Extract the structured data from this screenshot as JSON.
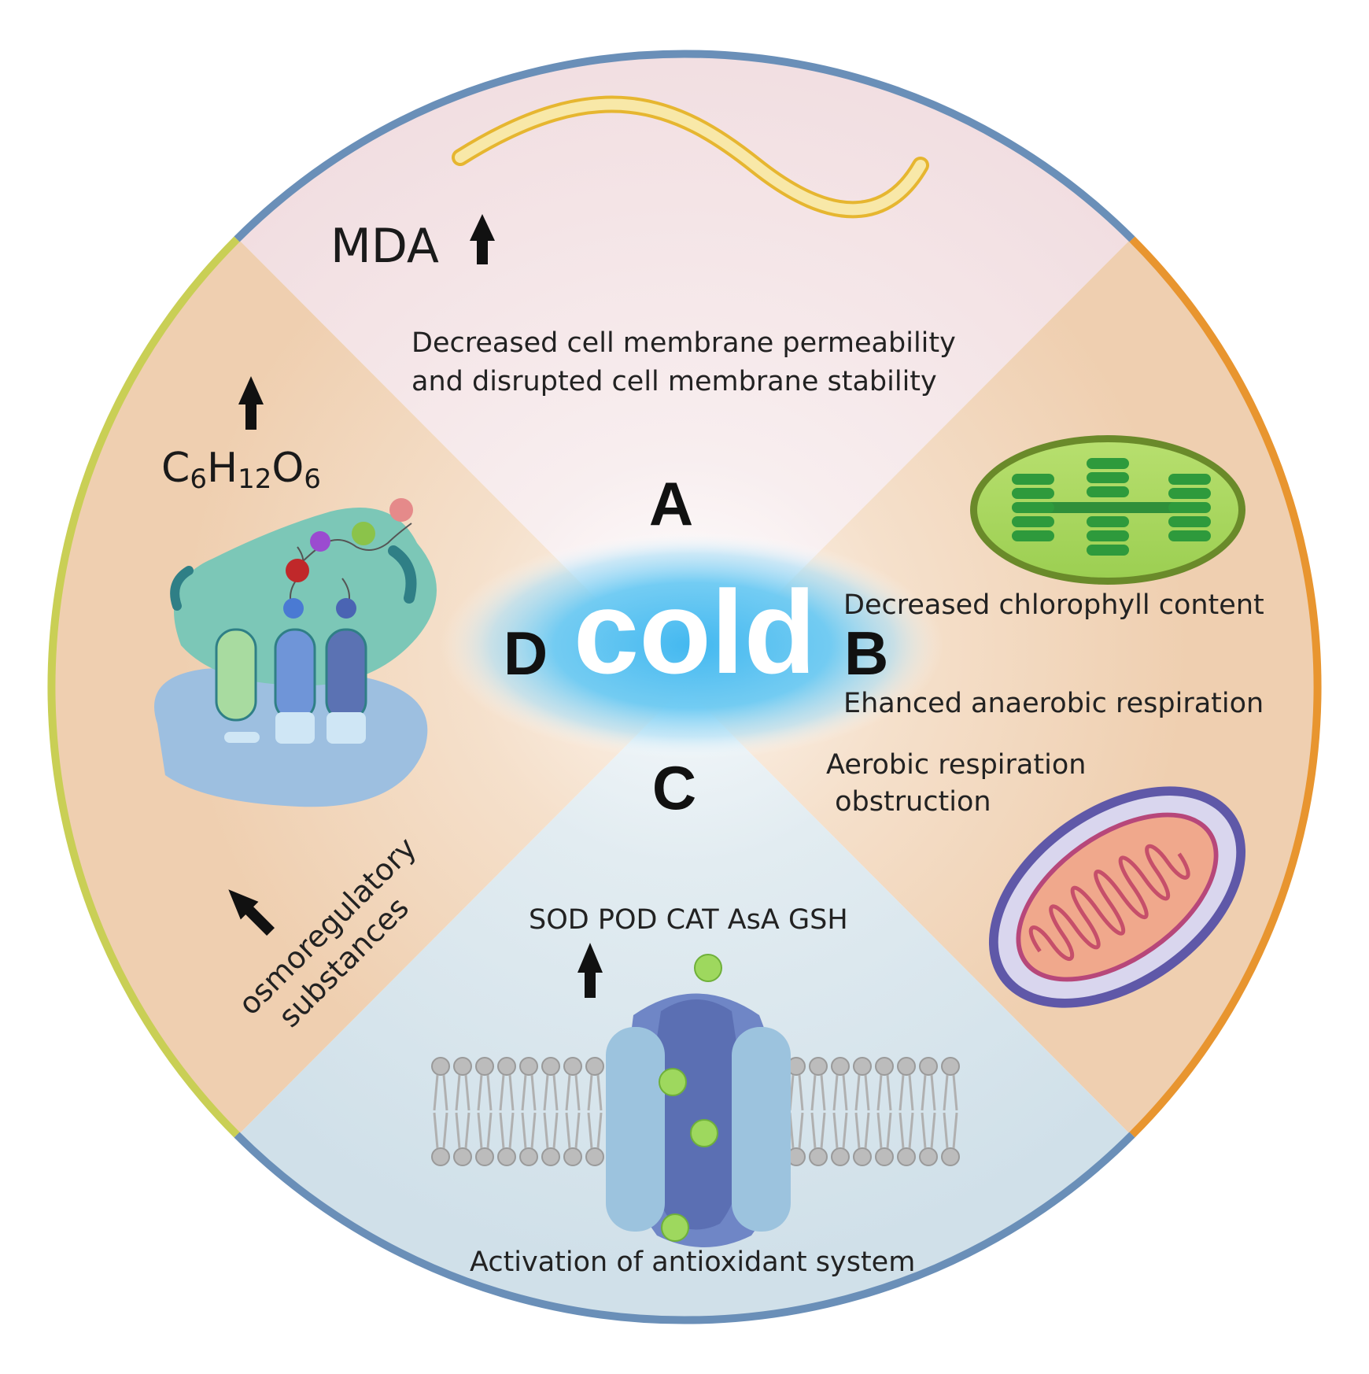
{
  "center": {
    "label": "cold"
  },
  "sections": {
    "A": {
      "letter": "A",
      "marker": "MDA",
      "line1": "Decreased cell membrane permeability",
      "line2": "and disrupted cell membrane stability",
      "icon": "cell-membrane-wave-icon"
    },
    "B": {
      "letter": "B",
      "text1": "Decreased chlorophyll content",
      "text2": "Ehanced anaerobic respiration",
      "text3a": "Aerobic respiration",
      "text3b": " obstruction",
      "icons": [
        "chloroplast-icon",
        "mitochondrion-icon"
      ]
    },
    "C": {
      "letter": "C",
      "enzymes": "SOD POD CAT AsA GSH",
      "caption": "Activation of antioxidant system",
      "icon": "membrane-channel-icon"
    },
    "D": {
      "letter": "D",
      "formula": {
        "c": "C",
        "c_sub": "6",
        "h": "H",
        "h_sub": "12",
        "o": "O",
        "o_sub": "6"
      },
      "osmo1": "osmoregulatory",
      "osmo2": "substances",
      "icon": "ribosome-protein-icon"
    }
  },
  "colors": {
    "top_fill": "#f1dde0",
    "right_fill": "#f0d2b4",
    "bottom_fill": "#d3e2ea",
    "left_fill": "#f0d2b4",
    "top_border": "#6a8fb8",
    "right_border": "#e8952f",
    "bottom_border": "#6a8fb8",
    "left_border": "#c9cf55",
    "cold_glow": "#5cc3f0",
    "arrow": "#111111"
  }
}
